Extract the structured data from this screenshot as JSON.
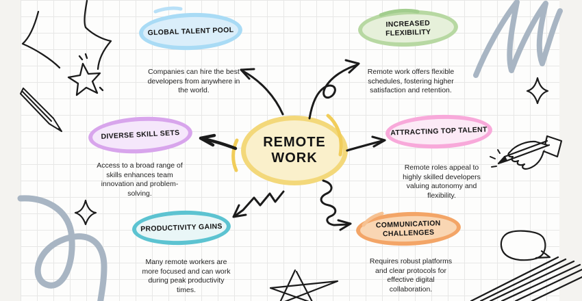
{
  "center": {
    "label": "REMOTE WORK",
    "ring_color": "#f3d87a",
    "fill_color": "#faf0cb"
  },
  "nodes": [
    {
      "id": "global-talent-pool",
      "label": "GLOBAL TALENT POOL",
      "description": "Companies can hire the best\ndevelopers from anywhere in\nthe world.",
      "ring_color": "#a9dbf5",
      "fill_color": "#daeefa"
    },
    {
      "id": "increased-flexibility",
      "label": "INCREASED FLEXIBILITY",
      "description": "Remote work offers flexible\nschedules, fostering higher\nsatisfaction and retention.",
      "ring_color": "#b7d8a2",
      "fill_color": "#e6f0da"
    },
    {
      "id": "diverse-skill-sets",
      "label": "DIVERSE SKILL SETS",
      "description": "Access to a broad range of\nskills enhances team\ninnovation and problem-\nsolving.",
      "ring_color": "#d8a5ec",
      "fill_color": "#f5e7fb"
    },
    {
      "id": "attracting-top-talent",
      "label": "ATTRACTING TOP TALENT",
      "description": "Remote roles appeal to\nhighly skilled developers\nvaluing autonomy and\nflexibility.",
      "ring_color": "#f8a9da",
      "fill_color": "#fceaf6"
    },
    {
      "id": "productivity-gains",
      "label": "PRODUCTIVITY GAINS",
      "description": "Many remote workers are\nmore focused and can work\nduring peak productivity\ntimes.",
      "ring_color": "#5cc3d1",
      "fill_color": "#e9f6f7"
    },
    {
      "id": "communication-challenges",
      "label": "COMMUNICATION\nCHALLENGES",
      "description": "Requires robust platforms\nand clear protocols for\neffective digital\ncollaboration.",
      "ring_color": "#f3a567",
      "fill_color": "#f9d6b3"
    }
  ],
  "colors": {
    "paper": "#fdfdfc",
    "grid_line": "#e7e7e6",
    "margin": "#f4f3f0",
    "ink": "#1b1b1b",
    "scribble": "#a8b5c3",
    "highlight_yellow": "#f1cd5a"
  },
  "doodles": [
    "sparkle-burst",
    "star",
    "pencil",
    "sparkle-diamond-left",
    "loop-scribble",
    "zigzag-scribble",
    "sparkle-diamond-right",
    "hand-with-pen",
    "speech-bubble",
    "hatch-lines",
    "pentagram-star"
  ],
  "arrows": [
    "to-global-talent-pool",
    "to-increased-flexibility",
    "to-diverse-skill-sets",
    "to-attracting-top-talent",
    "to-productivity-gains",
    "to-communication-challenges"
  ]
}
